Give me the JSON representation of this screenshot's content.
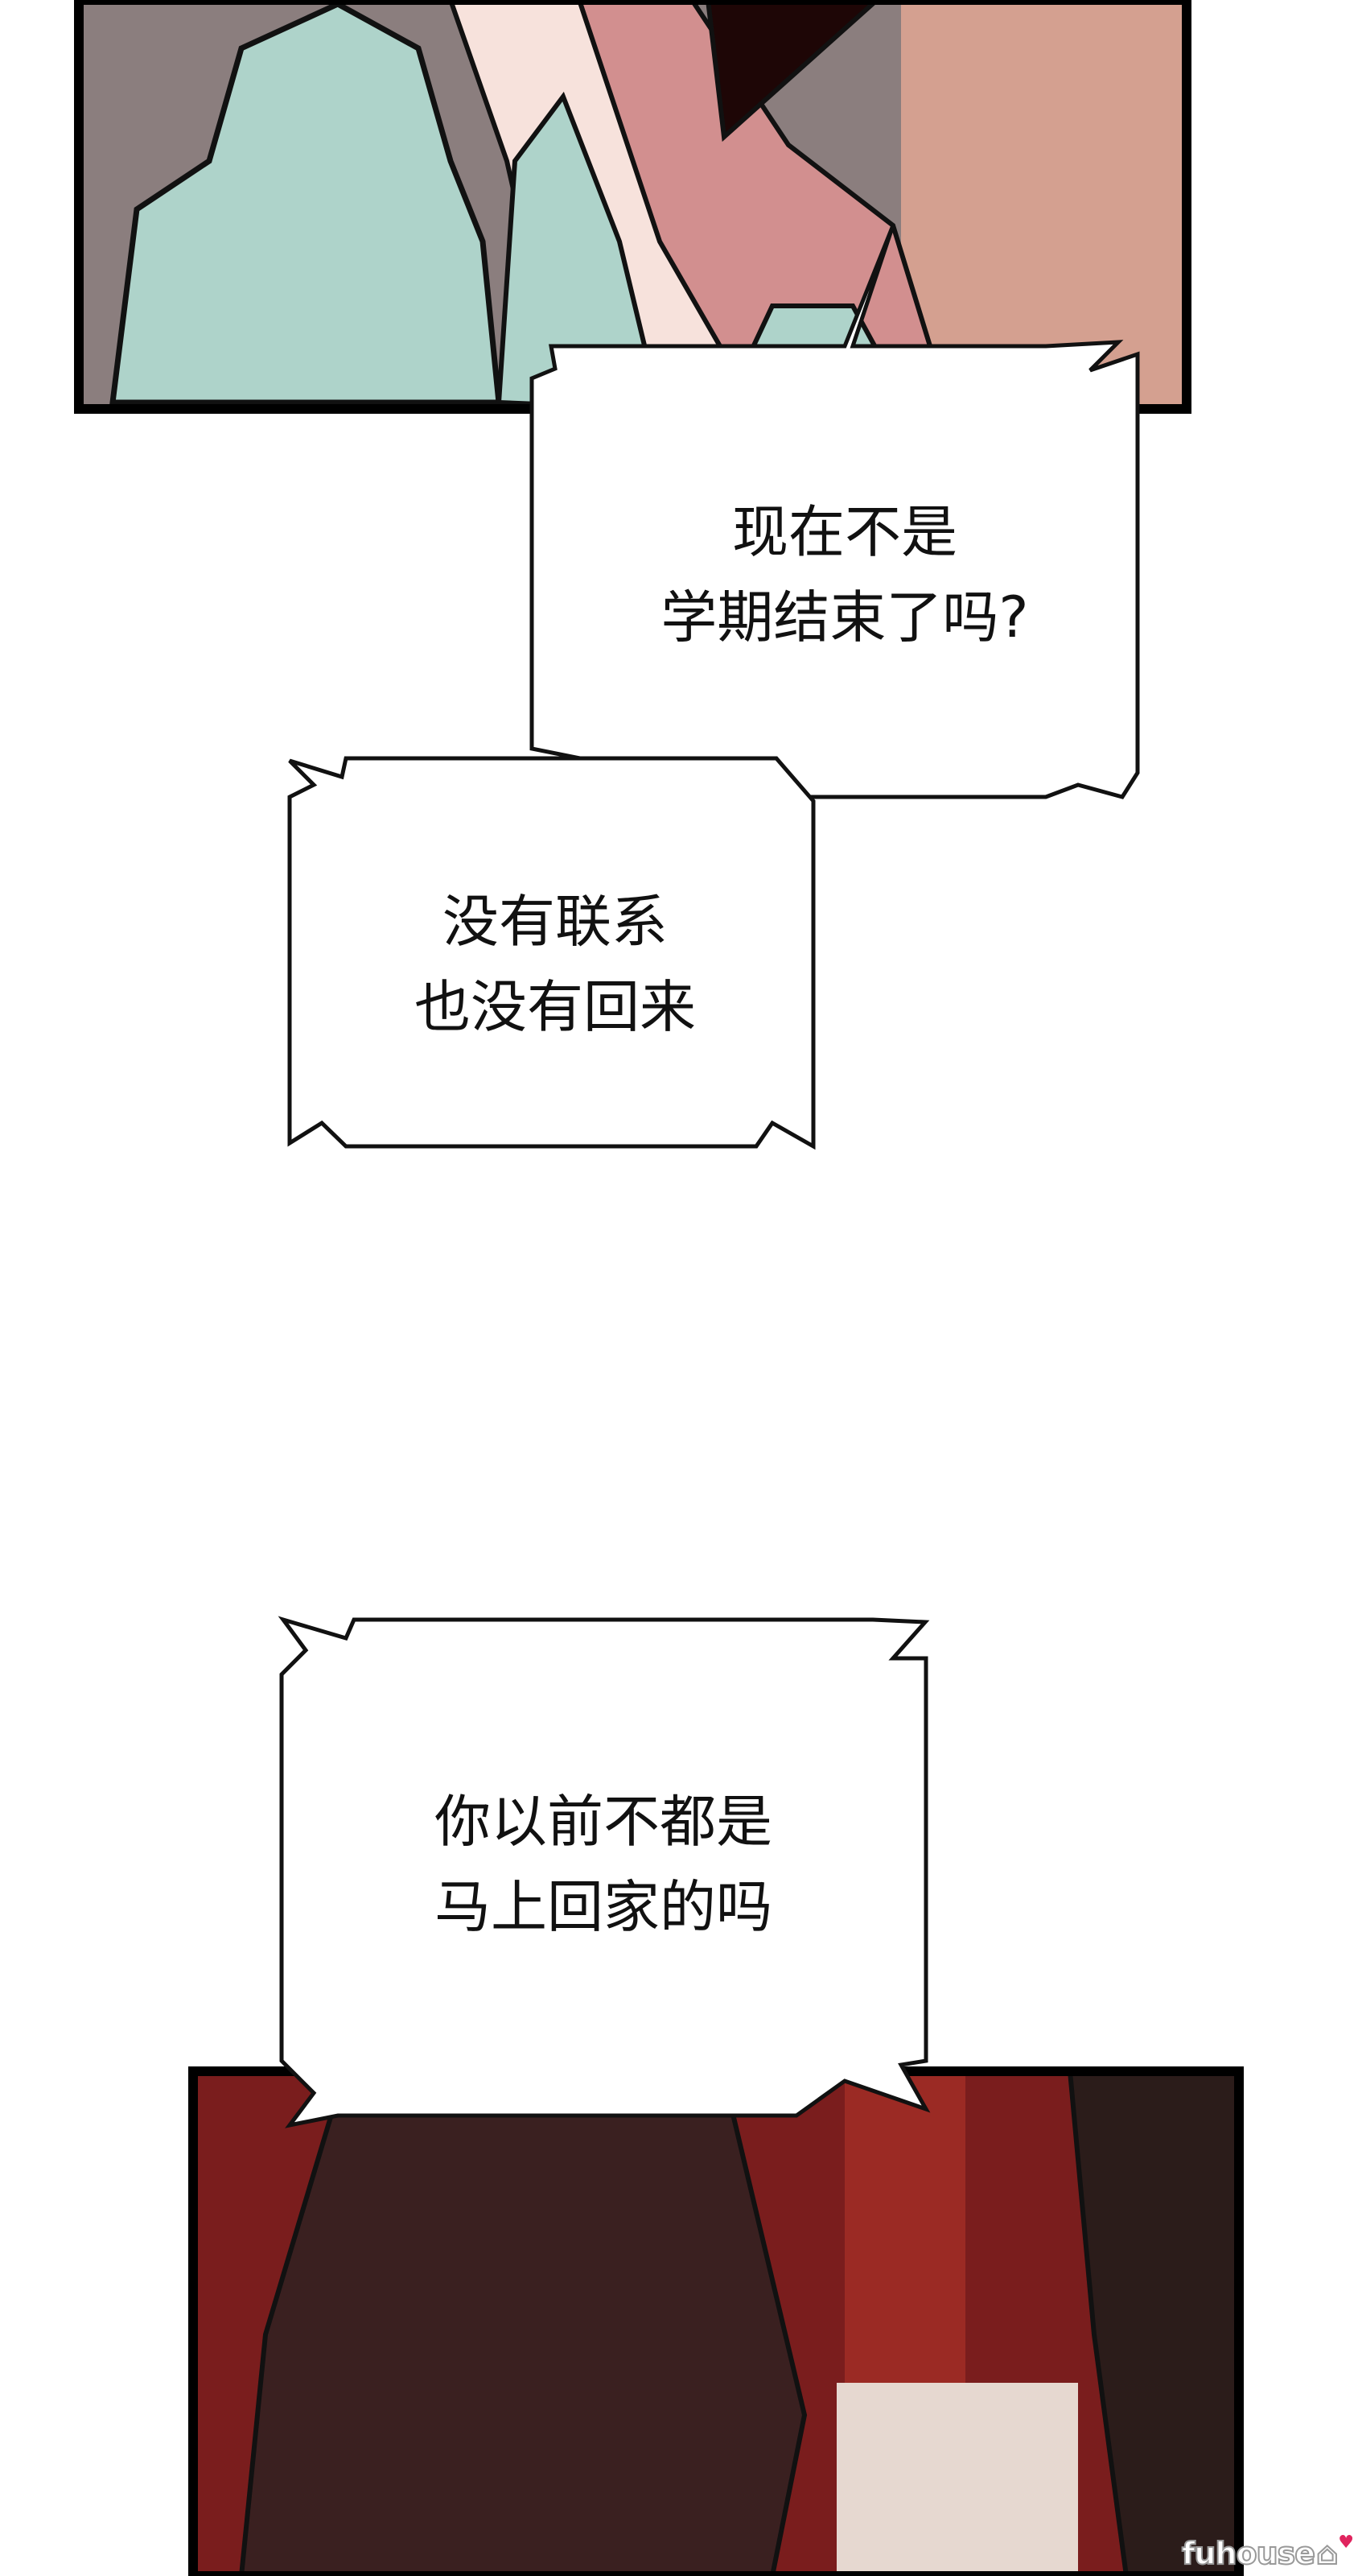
{
  "bubbles": [
    {
      "lines": [
        "现在不是",
        "学期结束了吗?"
      ]
    },
    {
      "lines": [
        "没有联系",
        "也没有回来"
      ]
    },
    {
      "lines": [
        "你以前不都是",
        "马上回家的吗"
      ]
    }
  ],
  "watermark": {
    "text": "fuhouse",
    "icon": "house-heart-icon"
  },
  "colors": {
    "mint": "#aed3ca",
    "skin": "#f4d6cf",
    "rose": "#d2928f",
    "dark_red": "#7a1d1d",
    "panel_border": "#000000"
  }
}
